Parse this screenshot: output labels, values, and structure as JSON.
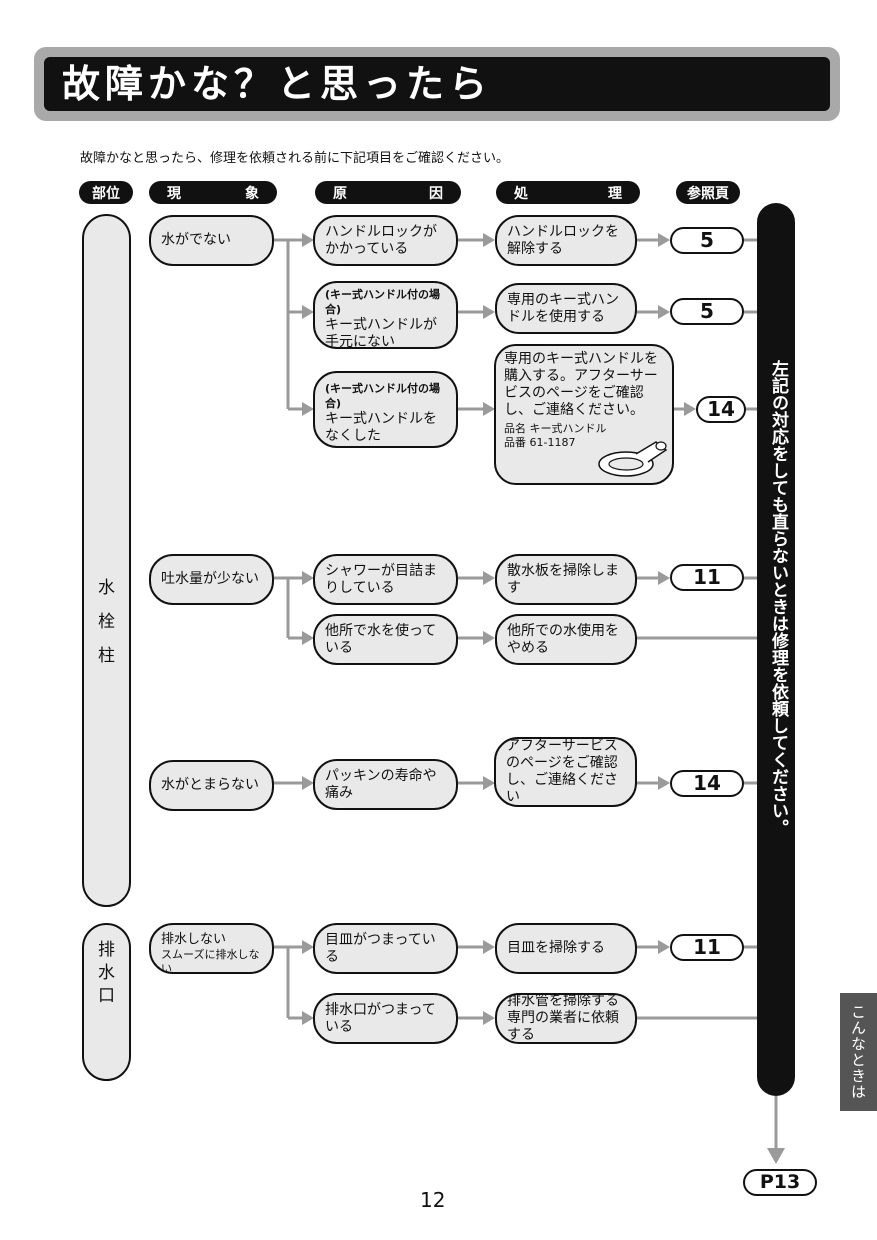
{
  "title": "故障かな？と思ったら",
  "intro": "故障かなと思ったら、修理を依頼される前に下記項目をご確認ください。",
  "headers": {
    "part": "部位",
    "symptom": [
      "現",
      "象"
    ],
    "cause": [
      "原",
      "因"
    ],
    "remedy": [
      "処",
      "理"
    ],
    "ref": "参照頁"
  },
  "parts": {
    "faucet": [
      "水",
      "栓",
      "柱"
    ],
    "drain": [
      "排",
      "水",
      "口"
    ]
  },
  "symptoms": {
    "no_water": "水がでない",
    "low_flow": "吐水量が少ない",
    "not_stop": "水がとまらない",
    "no_drain": "排水しない",
    "no_drain_sub": "スムーズに排水しない"
  },
  "causes": {
    "handle_locked": "ハンドルロックがかかっている",
    "key_note_1": "(キー式ハンドル付の場合)",
    "key_missing": "キー式ハンドルが手元にない",
    "key_note_2": "(キー式ハンドル付の場合)",
    "key_lost": "キー式ハンドルをなくした",
    "shower_clogged": "シャワーが目詰まりしている",
    "water_elsewhere": "他所で水を使っている",
    "packing": "パッキンの寿命や痛み",
    "plate_clogged": "目皿がつまっている",
    "drain_clogged": "排水口がつまっている"
  },
  "remedies": {
    "unlock": "ハンドルロックを解除する",
    "use_key": "専用のキー式ハンドルを使用する",
    "buy_key": "専用のキー式ハンドルを購入する。アフターサービスのページをご確認し、ご連絡ください。",
    "product_name": "品名 キー式ハンドル",
    "product_number": "品番 61-1187",
    "clean_plate": "散水板を掃除します",
    "stop_elsewhere": "他所での水使用をやめる",
    "after_service": "アフターサービスのページをご確認し、ご連絡ください",
    "clean_strainer": "目皿を掃除する",
    "contact_pro": "排水管を掃除する専門の業者に依頼する"
  },
  "refs": {
    "r1": "5",
    "r2": "5",
    "r3": "14",
    "r4": "11",
    "r5": "14",
    "r6": "11"
  },
  "side_note": "左記の対応をしても直らないときは修理を依頼してください。",
  "section_tab": "こんなときは",
  "next_page": "P13",
  "page_number": "12",
  "icons": [
    "key-handle-icon",
    "arrow-right-icon",
    "arrow-down-icon"
  ]
}
